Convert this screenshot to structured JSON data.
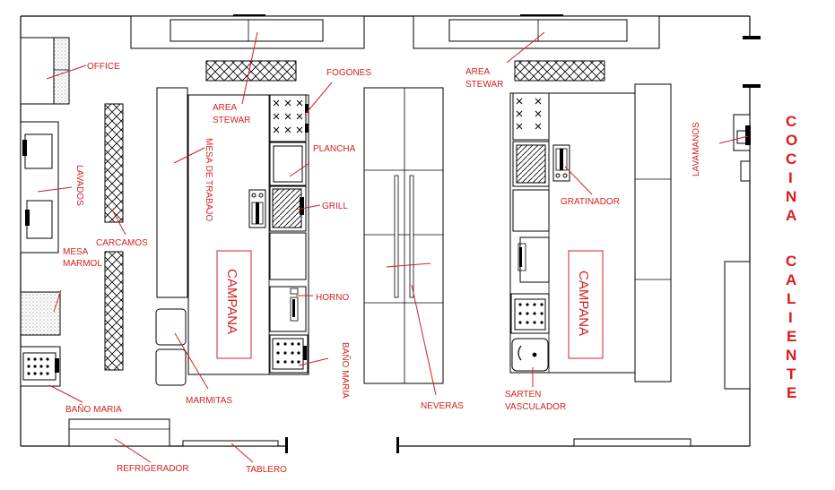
{
  "labels": {
    "office": "OFFICE",
    "lavados": "LAVADOS",
    "carcamos": "CARCAMOS",
    "mesa_marmol_1": "MESA",
    "mesa_marmol_2": "MARMOL",
    "bano_maria_left": "BAÑO MARIA",
    "refrigerador": "REFRIGERADOR",
    "tablero": "TABLERO",
    "marmitas": "MARMITAS",
    "mesa_de_trabajo": "MESA DE TRABAJO",
    "area_stewar_left_1": "AREA",
    "area_stewar_left_2": "STEWAR",
    "fogones": "FOGONES",
    "plancha": "PLANCHA",
    "grill": "GRILL",
    "horno": "HORNO",
    "bano_maria_center": "BAÑO MARIA",
    "campana_left": "CAMPANA",
    "neveras": "NEVERAS",
    "area_stewar_right_1": "AREA",
    "area_stewar_right_2": "STEWAR",
    "gratinador": "GRATINADOR",
    "campana_right": "CAMPANA",
    "sarten_1": "SARTEN",
    "sarten_2": "VASCULADOR",
    "lavamanos": "LAVAMANOS"
  },
  "title_vertical": {
    "line1": [
      "C",
      "O",
      "C",
      "I",
      "N",
      "A"
    ],
    "line2": [
      "C",
      "A",
      "L",
      "I",
      "E",
      "N",
      "T",
      "E"
    ]
  },
  "colors": {
    "label": "#d42020",
    "title": "#e01818",
    "lines": "#000000"
  }
}
